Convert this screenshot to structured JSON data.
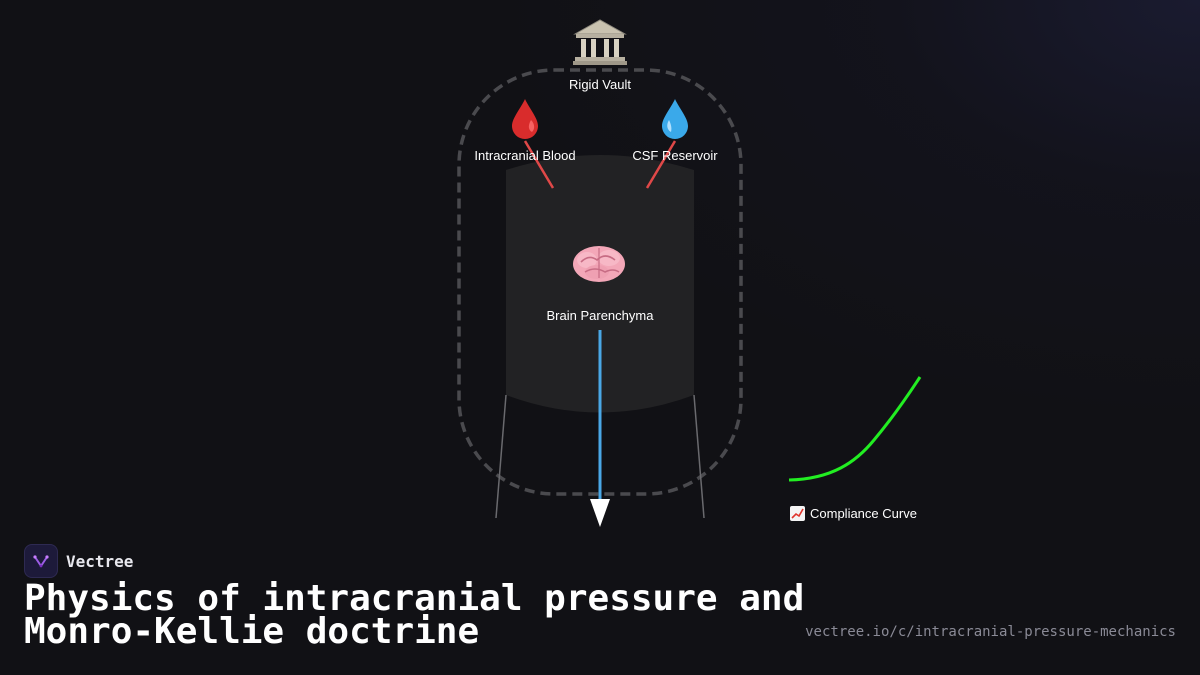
{
  "diagram": {
    "vault": {
      "icon": "classical-building-icon",
      "label": "Rigid Vault"
    },
    "blood": {
      "icon": "blood-drop-icon",
      "label": "Intracranial Blood"
    },
    "csf": {
      "icon": "water-droplet-icon",
      "label": "CSF Reservoir"
    },
    "brain": {
      "icon": "brain-icon",
      "label": "Brain Parenchyma"
    },
    "compliance": {
      "icon": "chart-increasing-icon",
      "label": "Compliance Curve"
    },
    "colors": {
      "vault_outline": "#4a4a4e",
      "pressure_arrow": "#4aa8e6",
      "input_lines": "#e04848",
      "compliance_curve": "#22ee22",
      "brain_body": "#222224"
    }
  },
  "footer": {
    "brand_name": "Vectree",
    "brand_icon": "vectree-logo-icon",
    "title": "Physics of intracranial pressure and Monro-Kellie doctrine",
    "url": "vectree.io/c/intracranial-pressure-mechanics"
  }
}
